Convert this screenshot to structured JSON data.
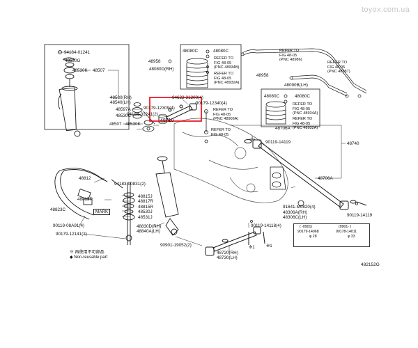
{
  "watermark": "toyox.com.ua",
  "diagram_code": "482152G",
  "legend": {
    "mark_line": "※ 再使用不可部品",
    "mark_line_en": "◆ Non-reusable part"
  },
  "labels": {
    "p94184_01241": "94184-01241",
    "p48530G": "48530G",
    "p48530K_top": "48530K",
    "p48507_top": "48507",
    "p48530_rh_lh": "48530(RH)\n48540(LH)",
    "p48597A": "48597A",
    "p48530C": "48530C",
    "p48507_bot": "48507",
    "p48530K_bot": "48530K",
    "p94184_01241_2": "94184-01241(2)",
    "p48812": "48812",
    "p94183_00831": "94183-00831(2)",
    "p48815R": "48815R",
    "p48823C": "48823C",
    "mark": "MARK",
    "p90119_08A91": "90119-08A91(4)",
    "p90179_12141": "90179-12141(2)",
    "p48531J": "48531J",
    "p48815J": "48815J",
    "p48817R": "48817R",
    "p48815R_2": "48815R",
    "p48530J": "48530J",
    "p48830D": "48830D(RH)\n48840A(LH)",
    "p90901_19052": "90901-19052(2)",
    "p48080C_a": "48080C",
    "p48080C_b": "48080C",
    "p48958_a": "48958",
    "p48080D": "48080D(RH)",
    "p48958_b": "48958",
    "p48090B": "48090B(LH)",
    "p48080C_c": "48080C",
    "p48080C_d": "48080C",
    "p94622_31200": "94622-31200(4)",
    "p90179_12309": "90179-12309(4)",
    "p90179_12340": "90179-12340(4)",
    "p48710": "48710",
    "p48706A_top": "48706A",
    "p48740": "48740",
    "p90119_14119_a": "90119-14119",
    "p48706A_bot": "48706A",
    "p91641_M0820": "91641-M0820(4)",
    "p48306A": "48306A(RH)\n48306C(LH)",
    "p90119_14119_b": "90119-14119",
    "p90119_14118": "90119-14118(4)",
    "p48720": "48720(RH)\n48730(LH)",
    "star1": "※1",
    "star1_b": "※1"
  },
  "refs": {
    "r1": "REFER TO\nFIG 48-05\n(PNC 48934B)",
    "r2": "REFER TO\nFIG 48-05\n(PNC 48932A)",
    "r3": "REFER TO\nFIG 48-05\n(PNC 48986)",
    "r4": "REFER TO\nFIG 48-05\n(PNC 48987)",
    "r5": "REFER TO\nFIG 48-05\n(PNC 48934A)",
    "r6": "REFER TO\nFIG 48-05\n(PNC 48932A)",
    "r7": "REFER TO\nFIG 48-05\n(PNC 48906A)",
    "r8": "REFER TO\nFIG 48-05"
  },
  "table": {
    "col1_head": "( -0901)",
    "col2_head": "(0901- )",
    "col1_part": "90179-14068",
    "col2_part": "90178-14011",
    "col1_dim": "φ 28",
    "col2_dim": "φ 33"
  },
  "highlight_color": "#e8000b"
}
